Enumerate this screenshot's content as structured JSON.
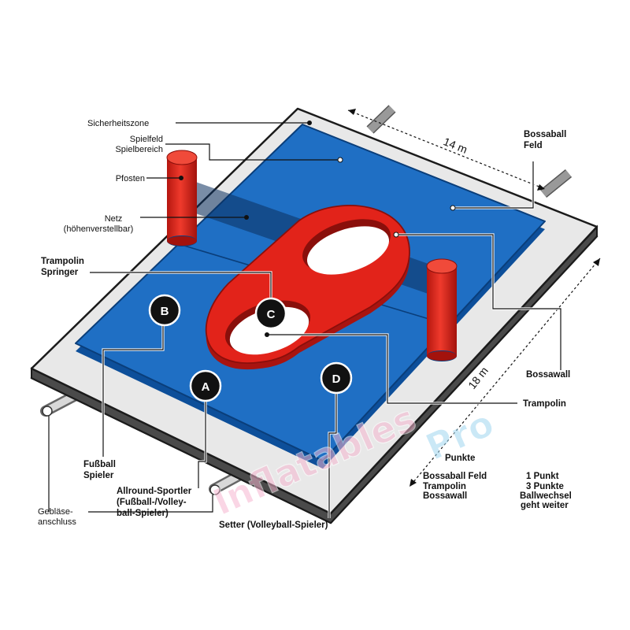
{
  "labels": {
    "safety_zone": "Sicherheitszone",
    "field_line1": "Spielfeld",
    "field_line2": "Spielbereich",
    "post": "Pfosten",
    "net_line1": "Netz",
    "net_line2": "(höhenverstellbar)",
    "tramp_jumper_line1": "Trampolin",
    "tramp_jumper_line2": "Springer",
    "bossaball_field_line1": "Bossaball",
    "bossaball_field_line2": "Feld",
    "bossawall": "Bossawall",
    "trampoline": "Trampolin",
    "football_line1": "Fußball",
    "football_line2": "Spieler",
    "allround_line1": "Allround-Sportler",
    "allround_line2": "(Fußball-/Volley-",
    "allround_line3": "ball-Spieler)",
    "blower_line1": "Gebläse-",
    "blower_line2": "anschluss",
    "setter": "Setter (Volleyball-Spieler)"
  },
  "dimensions": {
    "width": "14 m",
    "length": "18 m"
  },
  "positions": {
    "A": "A",
    "B": "B",
    "C": "C",
    "D": "D"
  },
  "points": {
    "title": "Punkte",
    "rows": [
      {
        "zone": "Bossaball Feld",
        "value": "1 Punkt"
      },
      {
        "zone": "Trampolin",
        "value": "3 Punkte"
      },
      {
        "zone": "Bossawall",
        "value": "Ballwechsel"
      }
    ],
    "extra": "geht weiter"
  },
  "watermark": {
    "text1": "Inflatables",
    "text2": "Pro"
  },
  "colors": {
    "court_blue": "#1f6fc4",
    "court_edge": "#0d4f9a",
    "safety_gray": "#e6e6e6",
    "wall_red": "#e2231a",
    "wall_dark": "#a81410",
    "label_dark": "#111111"
  }
}
